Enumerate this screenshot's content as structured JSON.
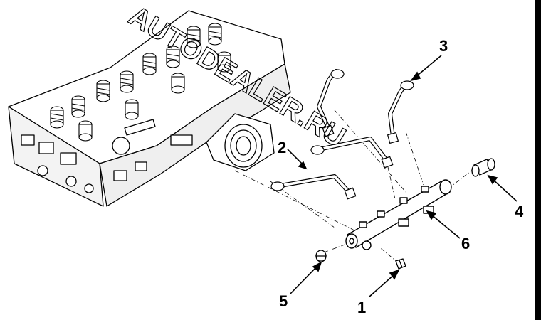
{
  "diagram": {
    "callouts": [
      {
        "id": "1",
        "label": "1"
      },
      {
        "id": "2",
        "label": "2"
      },
      {
        "id": "3",
        "label": "3"
      },
      {
        "id": "4",
        "label": "4"
      },
      {
        "id": "5",
        "label": "5"
      },
      {
        "id": "6",
        "label": "6"
      }
    ],
    "watermark": "AUTODEALER.RU"
  },
  "colors": {
    "ink": "#000000",
    "paper": "#ffffff"
  }
}
